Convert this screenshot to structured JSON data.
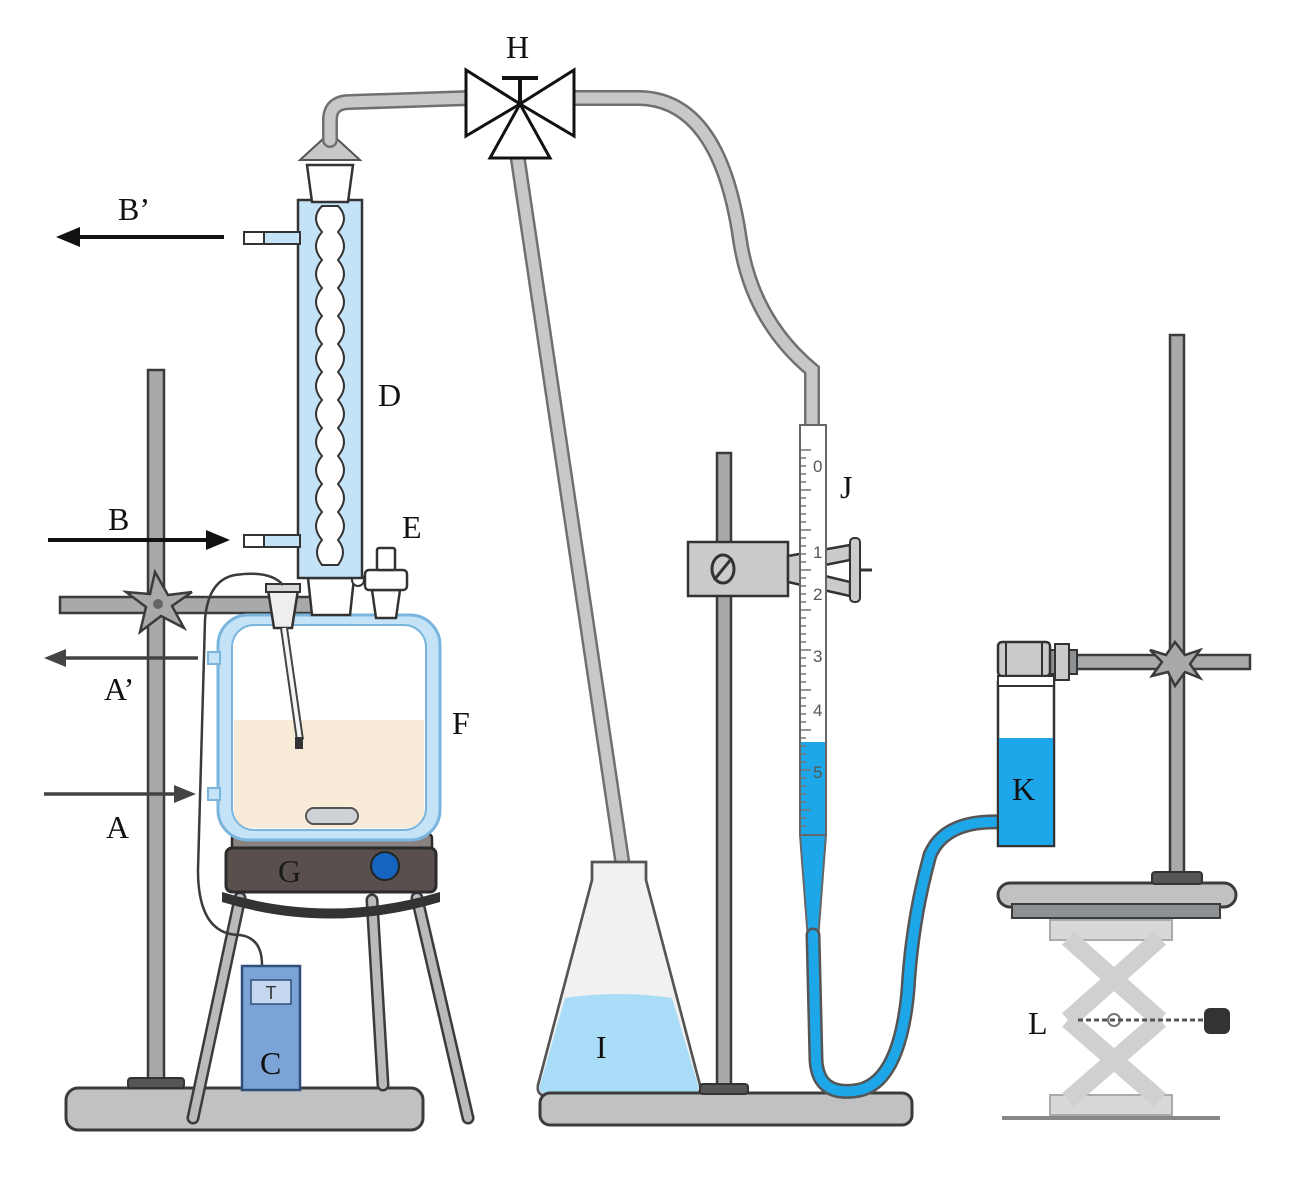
{
  "labels": {
    "A": "A",
    "A_prime": "A’",
    "B": "B",
    "B_prime": "B’",
    "C": "C",
    "D": "D",
    "E": "E",
    "F": "F",
    "G": "G",
    "H": "H",
    "I": "I",
    "J": "J",
    "K": "K",
    "L": "L"
  },
  "controller_display": "T",
  "burette_scale": [
    "0",
    "1",
    "2",
    "3",
    "4",
    "5"
  ],
  "colors": {
    "glass_light_blue": "#c5e3f7",
    "coolant_blue": "#bfe0f5",
    "liquid_blue": "#1ea7e8",
    "mixture": "#f8ecd9",
    "tubing_grey": "#c6c8ca",
    "metal_grey": "#8e9193",
    "hotplate_dark": "#59504d",
    "controller_blue": "#7ba3d6",
    "knob_blue": "#1565c0"
  }
}
